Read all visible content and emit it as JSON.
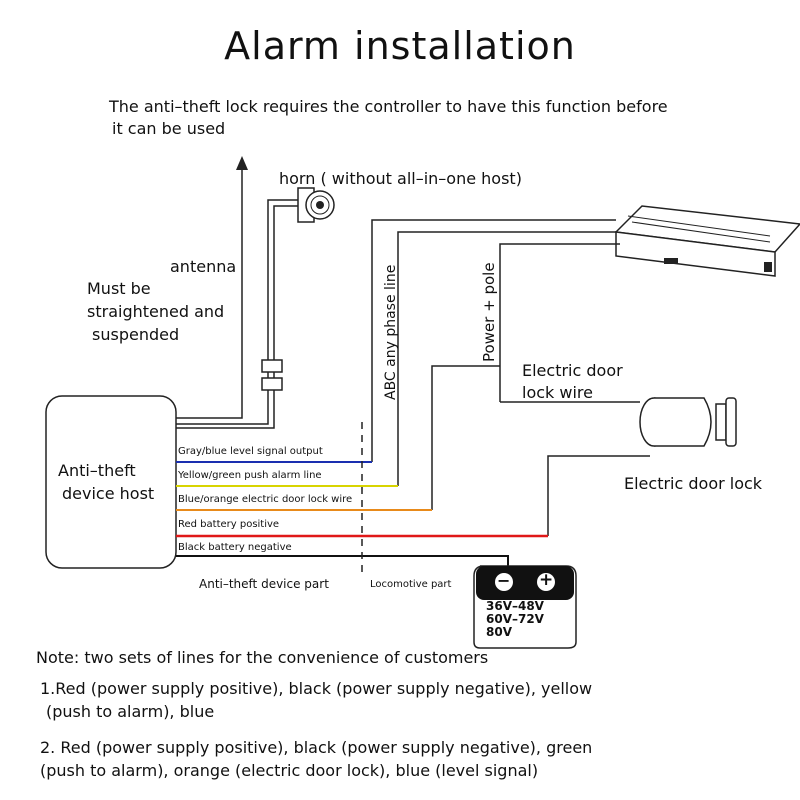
{
  "title": "Alarm installation",
  "subtitle": [
    "The anti–theft lock requires the controller to have this function before",
    "it can be used"
  ],
  "labels": {
    "horn": "horn ( without all–in–one host)",
    "antenna": "antenna",
    "must_be": [
      "Must be",
      "straightened and",
      "suspended"
    ],
    "abc_phase": "ABC any phase line",
    "power_pole": "Power + pole",
    "door_lock_wire": [
      "Electric door",
      "lock wire"
    ],
    "door_lock": "Electric door lock",
    "host": [
      "Anti–theft",
      "device host"
    ],
    "anti_theft_part": "Anti–theft device part",
    "locomotive_part": "Locomotive part"
  },
  "wires": [
    {
      "label": "Gray/blue level signal output",
      "color": "#1a2fb0"
    },
    {
      "label": "Yellow/green push alarm line",
      "color": "#d8d400"
    },
    {
      "label": "Blue/orange electric door lock wire",
      "color": "#e88a1a"
    },
    {
      "label": "Red  battery positive",
      "color": "#e01818"
    },
    {
      "label": "Black  battery negative",
      "color": "#111111"
    }
  ],
  "battery": {
    "minus": "−",
    "plus": "+",
    "voltages": [
      "36V–48V",
      "60V–72V",
      "80V"
    ]
  },
  "notes": {
    "heading": "Note:  two sets of lines for the convenience of customers",
    "item1": [
      "1.Red (power supply positive), black (power supply negative), yellow",
      "(push to alarm), blue"
    ],
    "item2": [
      "2. Red (power supply positive), black (power supply negative), green",
      "(push to alarm), orange (electric door lock), blue (level signal)"
    ]
  }
}
